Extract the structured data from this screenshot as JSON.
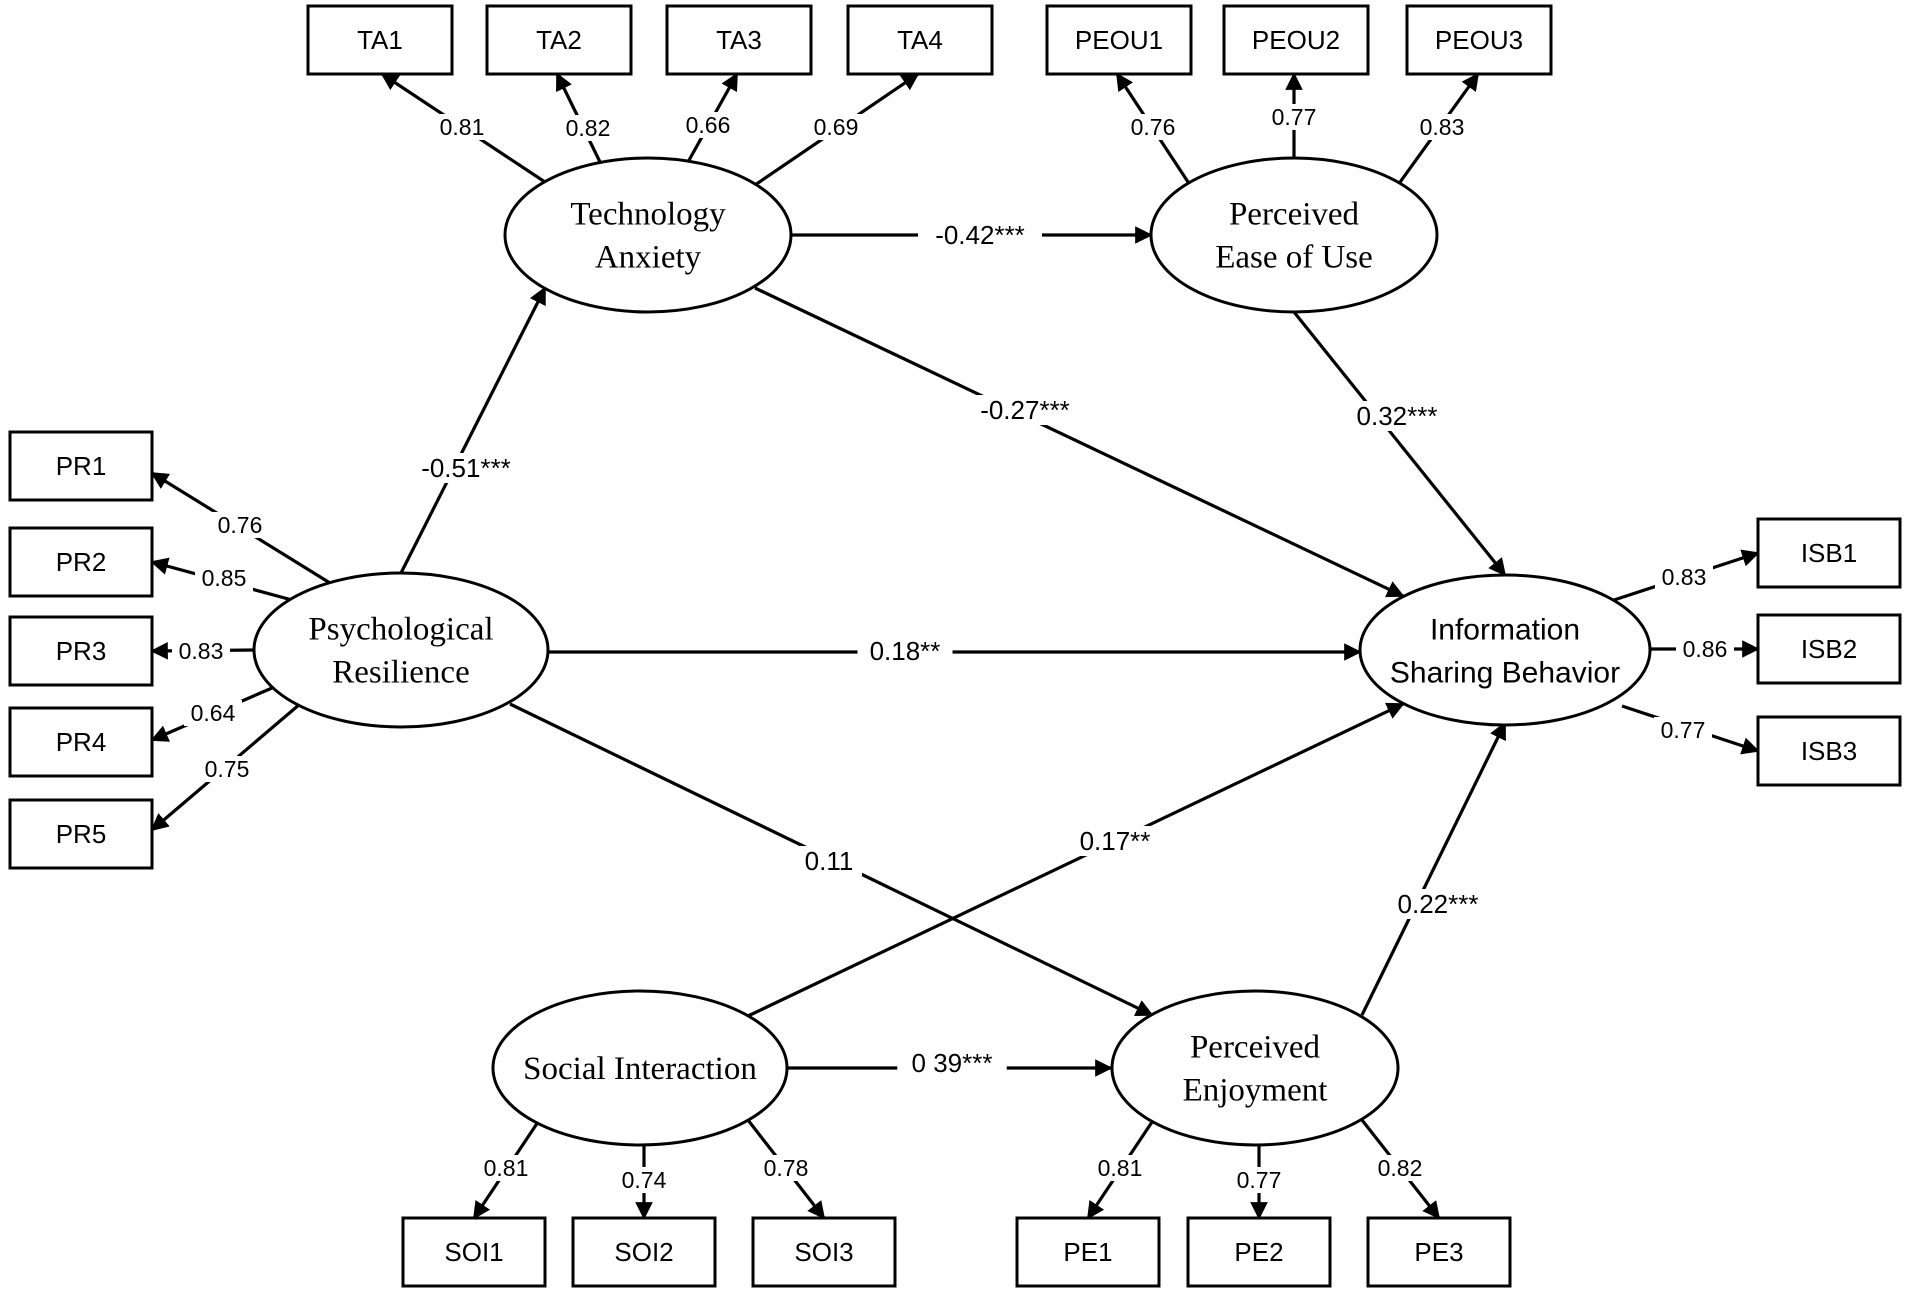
{
  "latents": {
    "ta": {
      "lines": [
        "Technology",
        "Anxiety"
      ]
    },
    "peou": {
      "lines": [
        "Perceived",
        "Ease of Use"
      ]
    },
    "pr": {
      "lines": [
        "Psychological",
        "Resilience"
      ]
    },
    "isb": {
      "lines": [
        "Information",
        "Sharing Behavior"
      ]
    },
    "si": {
      "lines": [
        "Social Interaction"
      ]
    },
    "pe": {
      "lines": [
        "Perceived",
        "Enjoyment"
      ]
    }
  },
  "indicators": [
    {
      "id": "TA1",
      "latent": "ta",
      "loading": "0.81"
    },
    {
      "id": "TA2",
      "latent": "ta",
      "loading": "0.82"
    },
    {
      "id": "TA3",
      "latent": "ta",
      "loading": "0.66"
    },
    {
      "id": "TA4",
      "latent": "ta",
      "loading": "0.69"
    },
    {
      "id": "PEOU1",
      "latent": "peou",
      "loading": "0.76"
    },
    {
      "id": "PEOU2",
      "latent": "peou",
      "loading": "0.77"
    },
    {
      "id": "PEOU3",
      "latent": "peou",
      "loading": "0.83"
    },
    {
      "id": "PR1",
      "latent": "pr",
      "loading": "0.76"
    },
    {
      "id": "PR2",
      "latent": "pr",
      "loading": "0.85"
    },
    {
      "id": "PR3",
      "latent": "pr",
      "loading": "0.83"
    },
    {
      "id": "PR4",
      "latent": "pr",
      "loading": "0.64"
    },
    {
      "id": "PR5",
      "latent": "pr",
      "loading": "0.75"
    },
    {
      "id": "ISB1",
      "latent": "isb",
      "loading": "0.83"
    },
    {
      "id": "ISB2",
      "latent": "isb",
      "loading": "0.86"
    },
    {
      "id": "ISB3",
      "latent": "isb",
      "loading": "0.77"
    },
    {
      "id": "SOI1",
      "latent": "si",
      "loading": "0.81"
    },
    {
      "id": "SOI2",
      "latent": "si",
      "loading": "0.74"
    },
    {
      "id": "SOI3",
      "latent": "si",
      "loading": "0.78"
    },
    {
      "id": "PE1",
      "latent": "pe",
      "loading": "0.81"
    },
    {
      "id": "PE2",
      "latent": "pe",
      "loading": "0.77"
    },
    {
      "id": "PE3",
      "latent": "pe",
      "loading": "0.82"
    }
  ],
  "paths": [
    {
      "from": "ta",
      "to": "peou",
      "coef": "-0.42***"
    },
    {
      "from": "ta",
      "to": "isb",
      "coef": "-0.27***"
    },
    {
      "from": "peou",
      "to": "isb",
      "coef": "0.32***"
    },
    {
      "from": "pr",
      "to": "ta",
      "coef": "-0.51***"
    },
    {
      "from": "pr",
      "to": "isb",
      "coef": "0.18**"
    },
    {
      "from": "pr",
      "to": "pe",
      "coef": "0.11"
    },
    {
      "from": "si",
      "to": "isb",
      "coef": "0.17**"
    },
    {
      "from": "si",
      "to": "pe",
      "coef": "0 39***"
    },
    {
      "from": "pe",
      "to": "isb",
      "coef": "0.22***"
    }
  ]
}
